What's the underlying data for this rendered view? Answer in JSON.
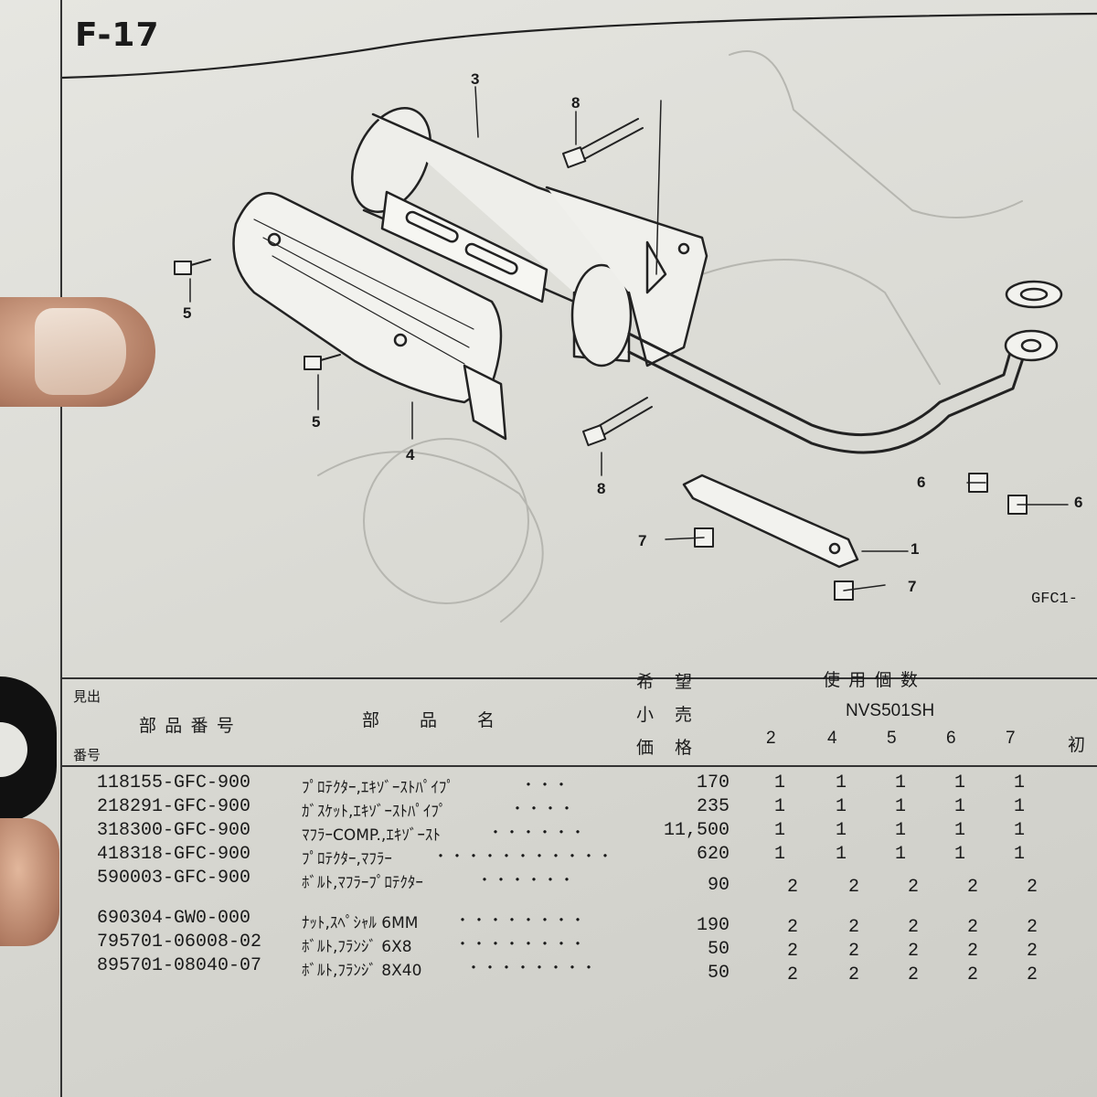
{
  "page": {
    "number": "F-17",
    "figure_code": "GFC1-"
  },
  "callouts": {
    "c3": "3",
    "c8a": "8",
    "c5a": "5",
    "c5b": "5",
    "c4": "4",
    "c8b": "8",
    "c6a": "6",
    "c6b": "6",
    "c7a": "7",
    "c1": "1",
    "c7b": "7"
  },
  "table": {
    "header": {
      "ref_top": "見出",
      "ref_bottom": "番号",
      "part_number": "部 品 番 号",
      "part_name": "部　　品　　名",
      "price_1": "希　望",
      "price_2": "小　売",
      "price_3": "価　格",
      "qty_title": "使 用 個 数",
      "model": "NVS501SH",
      "variants": [
        "2",
        "4",
        "5",
        "6",
        "7"
      ],
      "extra_col": "初"
    },
    "rows": [
      {
        "ref": "1",
        "part_number": "18155-GFC-900",
        "name": "ﾌﾟﾛﾃｸﾀｰ,ｴｷｿﾞｰｽﾄﾊﾟｲﾌﾟ",
        "dots": "・・・",
        "price": "170",
        "qty": [
          "1",
          "1",
          "1",
          "1",
          "1"
        ]
      },
      {
        "ref": "2",
        "part_number": "18291-GFC-900",
        "name": "ｶﾞｽｹｯﾄ,ｴｷｿﾞｰｽﾄﾊﾟｲﾌﾟ",
        "dots": "・・・・",
        "price": "235",
        "qty": [
          "1",
          "1",
          "1",
          "1",
          "1"
        ]
      },
      {
        "ref": "3",
        "part_number": "18300-GFC-900",
        "name": "ﾏﾌﾗｰCOMP.,ｴｷｿﾞｰｽﾄ",
        "dots": "・・・・・・",
        "price": "11,500",
        "qty": [
          "1",
          "1",
          "1",
          "1",
          "1"
        ]
      },
      {
        "ref": "4",
        "part_number": "18318-GFC-900",
        "name": "ﾌﾟﾛﾃｸﾀｰ,ﾏﾌﾗｰ",
        "dots": "・・・・・・・・・・・",
        "price": "620",
        "qty": [
          "1",
          "1",
          "1",
          "1",
          "1"
        ]
      },
      {
        "ref": "5",
        "part_number": "90003-GFC-900",
        "name": "ﾎﾞﾙﾄ,ﾏﾌﾗｰﾌﾟﾛﾃｸﾀｰ",
        "dots": "・・・・・・",
        "price": "90",
        "qty": [
          "2",
          "2",
          "2",
          "2",
          "2"
        ]
      },
      {
        "ref": "6",
        "part_number": "90304-GW0-000",
        "name": "ﾅｯﾄ,ｽﾍﾟｼｬﾙ 6MM",
        "dots": "・・・・・・・・",
        "price": "190",
        "qty": [
          "2",
          "2",
          "2",
          "2",
          "2"
        ]
      },
      {
        "ref": "7",
        "part_number": "95701-06008-02",
        "name": "ﾎﾞﾙﾄ,ﾌﾗﾝｼﾞ 6X8",
        "dots": "・・・・・・・・",
        "price": "50",
        "qty": [
          "2",
          "2",
          "2",
          "2",
          "2"
        ]
      },
      {
        "ref": "8",
        "part_number": "95701-08040-07",
        "name": "ﾎﾞﾙﾄ,ﾌﾗﾝｼﾞ 8X40",
        "dots": "・・・・・・・・",
        "price": "50",
        "qty": [
          "2",
          "2",
          "2",
          "2",
          "2"
        ]
      }
    ]
  }
}
